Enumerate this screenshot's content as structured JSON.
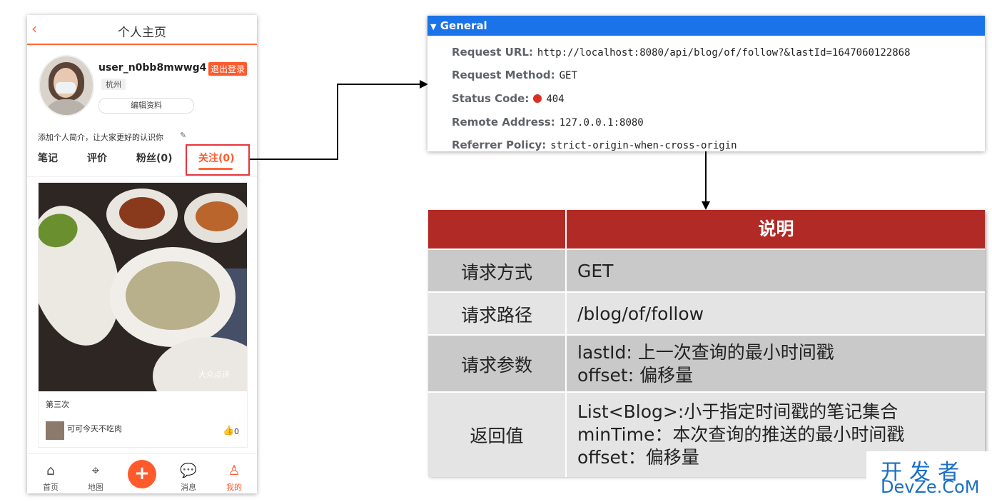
{
  "phone": {
    "header_title": "个人主页",
    "back_icon": "‹",
    "username": "user_n0bb8mwwg4",
    "logout_label": "退出登录",
    "city": "杭州",
    "edit_profile_label": "编辑资料",
    "bio_placeholder": "添加个人简介，让大家更好的认识你",
    "tabs": {
      "notes": "笔记",
      "reviews": "评价",
      "fans": "粉丝(0)",
      "follow": "关注(0)"
    },
    "card": {
      "watermark": "大众点评",
      "title": "第三次",
      "author": "可可今天不吃肉",
      "likes": "0"
    },
    "bottom_nav": {
      "home": "首页",
      "map": "地图",
      "add": "+",
      "messages": "消息",
      "me": "我的"
    },
    "accent_color": "#ff5a2c"
  },
  "general": {
    "title": "General",
    "request_url_label": "Request URL:",
    "request_url": "http://localhost:8080/api/blog/of/follow?&lastId=1647060122868",
    "request_method_label": "Request Method:",
    "request_method": "GET",
    "status_code_label": "Status Code:",
    "status_code": "404",
    "remote_address_label": "Remote Address:",
    "remote_address": "127.0.0.1:8080",
    "referrer_policy_label": "Referrer Policy:",
    "referrer_policy": "strict-origin-when-cross-origin",
    "header_color": "#1a73e8",
    "status_color": "#d93025"
  },
  "table": {
    "header_col1": "",
    "header_col2": "说明",
    "rows": [
      {
        "label": "请求方式",
        "lines": [
          "GET"
        ]
      },
      {
        "label": "请求路径",
        "lines": [
          "/blog/of/follow"
        ]
      },
      {
        "label": "请求参数",
        "lines": [
          "lastId: 上一次查询的最小时间戳",
          "offset: 偏移量"
        ]
      },
      {
        "label": "返回值",
        "lines": [
          "List<Blog>:小于指定时间戳的笔记集合",
          "minTime：本次查询的推送的最小时间戳",
          "offset：偏移量"
        ]
      }
    ],
    "header_color": "#b12a26"
  },
  "watermark": {
    "cn": "开发者",
    "en": "DevZe.CoM"
  }
}
